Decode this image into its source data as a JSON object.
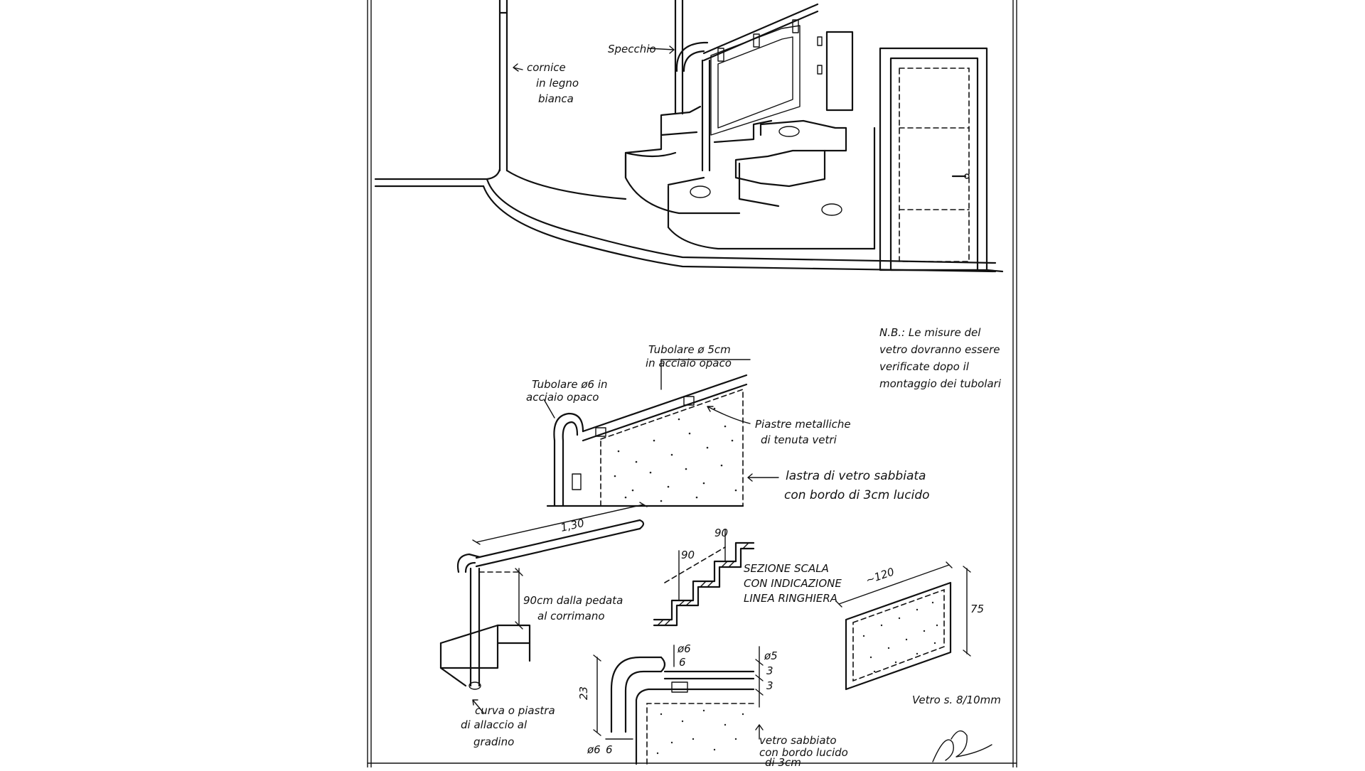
{
  "sketch": {
    "labels": {
      "specchio": "Specchio",
      "cornice_1": "cornice",
      "cornice_2": "in legno",
      "cornice_3": "bianca",
      "tubolare5_1": "Tubolare ø 5cm",
      "tubolare5_2": "in acciaio opaco",
      "tubolare6_1": "Tubolare ø6 in",
      "tubolare6_2": "acciaio opaco",
      "piastre_1": "Piastre metalliche",
      "piastre_2": "di tenuta vetri",
      "lastra_1": "lastra di vetro sabbiata",
      "lastra_2": "con bordo di 3cm lucido",
      "nb_1": "N.B.: Le misure del",
      "nb_2": "vetro dovranno essere",
      "nb_3": "verificate dopo il",
      "nb_4": "montaggio dei tubolari",
      "dim_130": "1,30",
      "dim_90cm_1": "90cm dalla pedata",
      "dim_90cm_2": "al corrimano",
      "dim_90a": "90",
      "dim_90b": "90",
      "sezione_1": "SEZIONE SCALA",
      "sezione_2": "CON INDICAZIONE",
      "sezione_3": "LINEA RINGHIERA",
      "dim_120": "~120",
      "dim_75": "75",
      "vetro_spessore": "Vetro s. 8/10mm",
      "curva_1": "curva o piastra",
      "curva_2": "di allaccio al",
      "curva_3": "gradino",
      "dim_23": "23",
      "dim_o6_top": "ø6",
      "dim_6_top": "6",
      "dim_o6_bottom": "ø6",
      "dim_6_bottom": "6",
      "dim_o5": "ø5",
      "dim_3a": "3",
      "dim_3b": "3",
      "vetro_sab_1": "vetro sabbiato",
      "vetro_sab_2": "con bordo lucido",
      "vetro_sab_3": "di 3cm"
    }
  }
}
